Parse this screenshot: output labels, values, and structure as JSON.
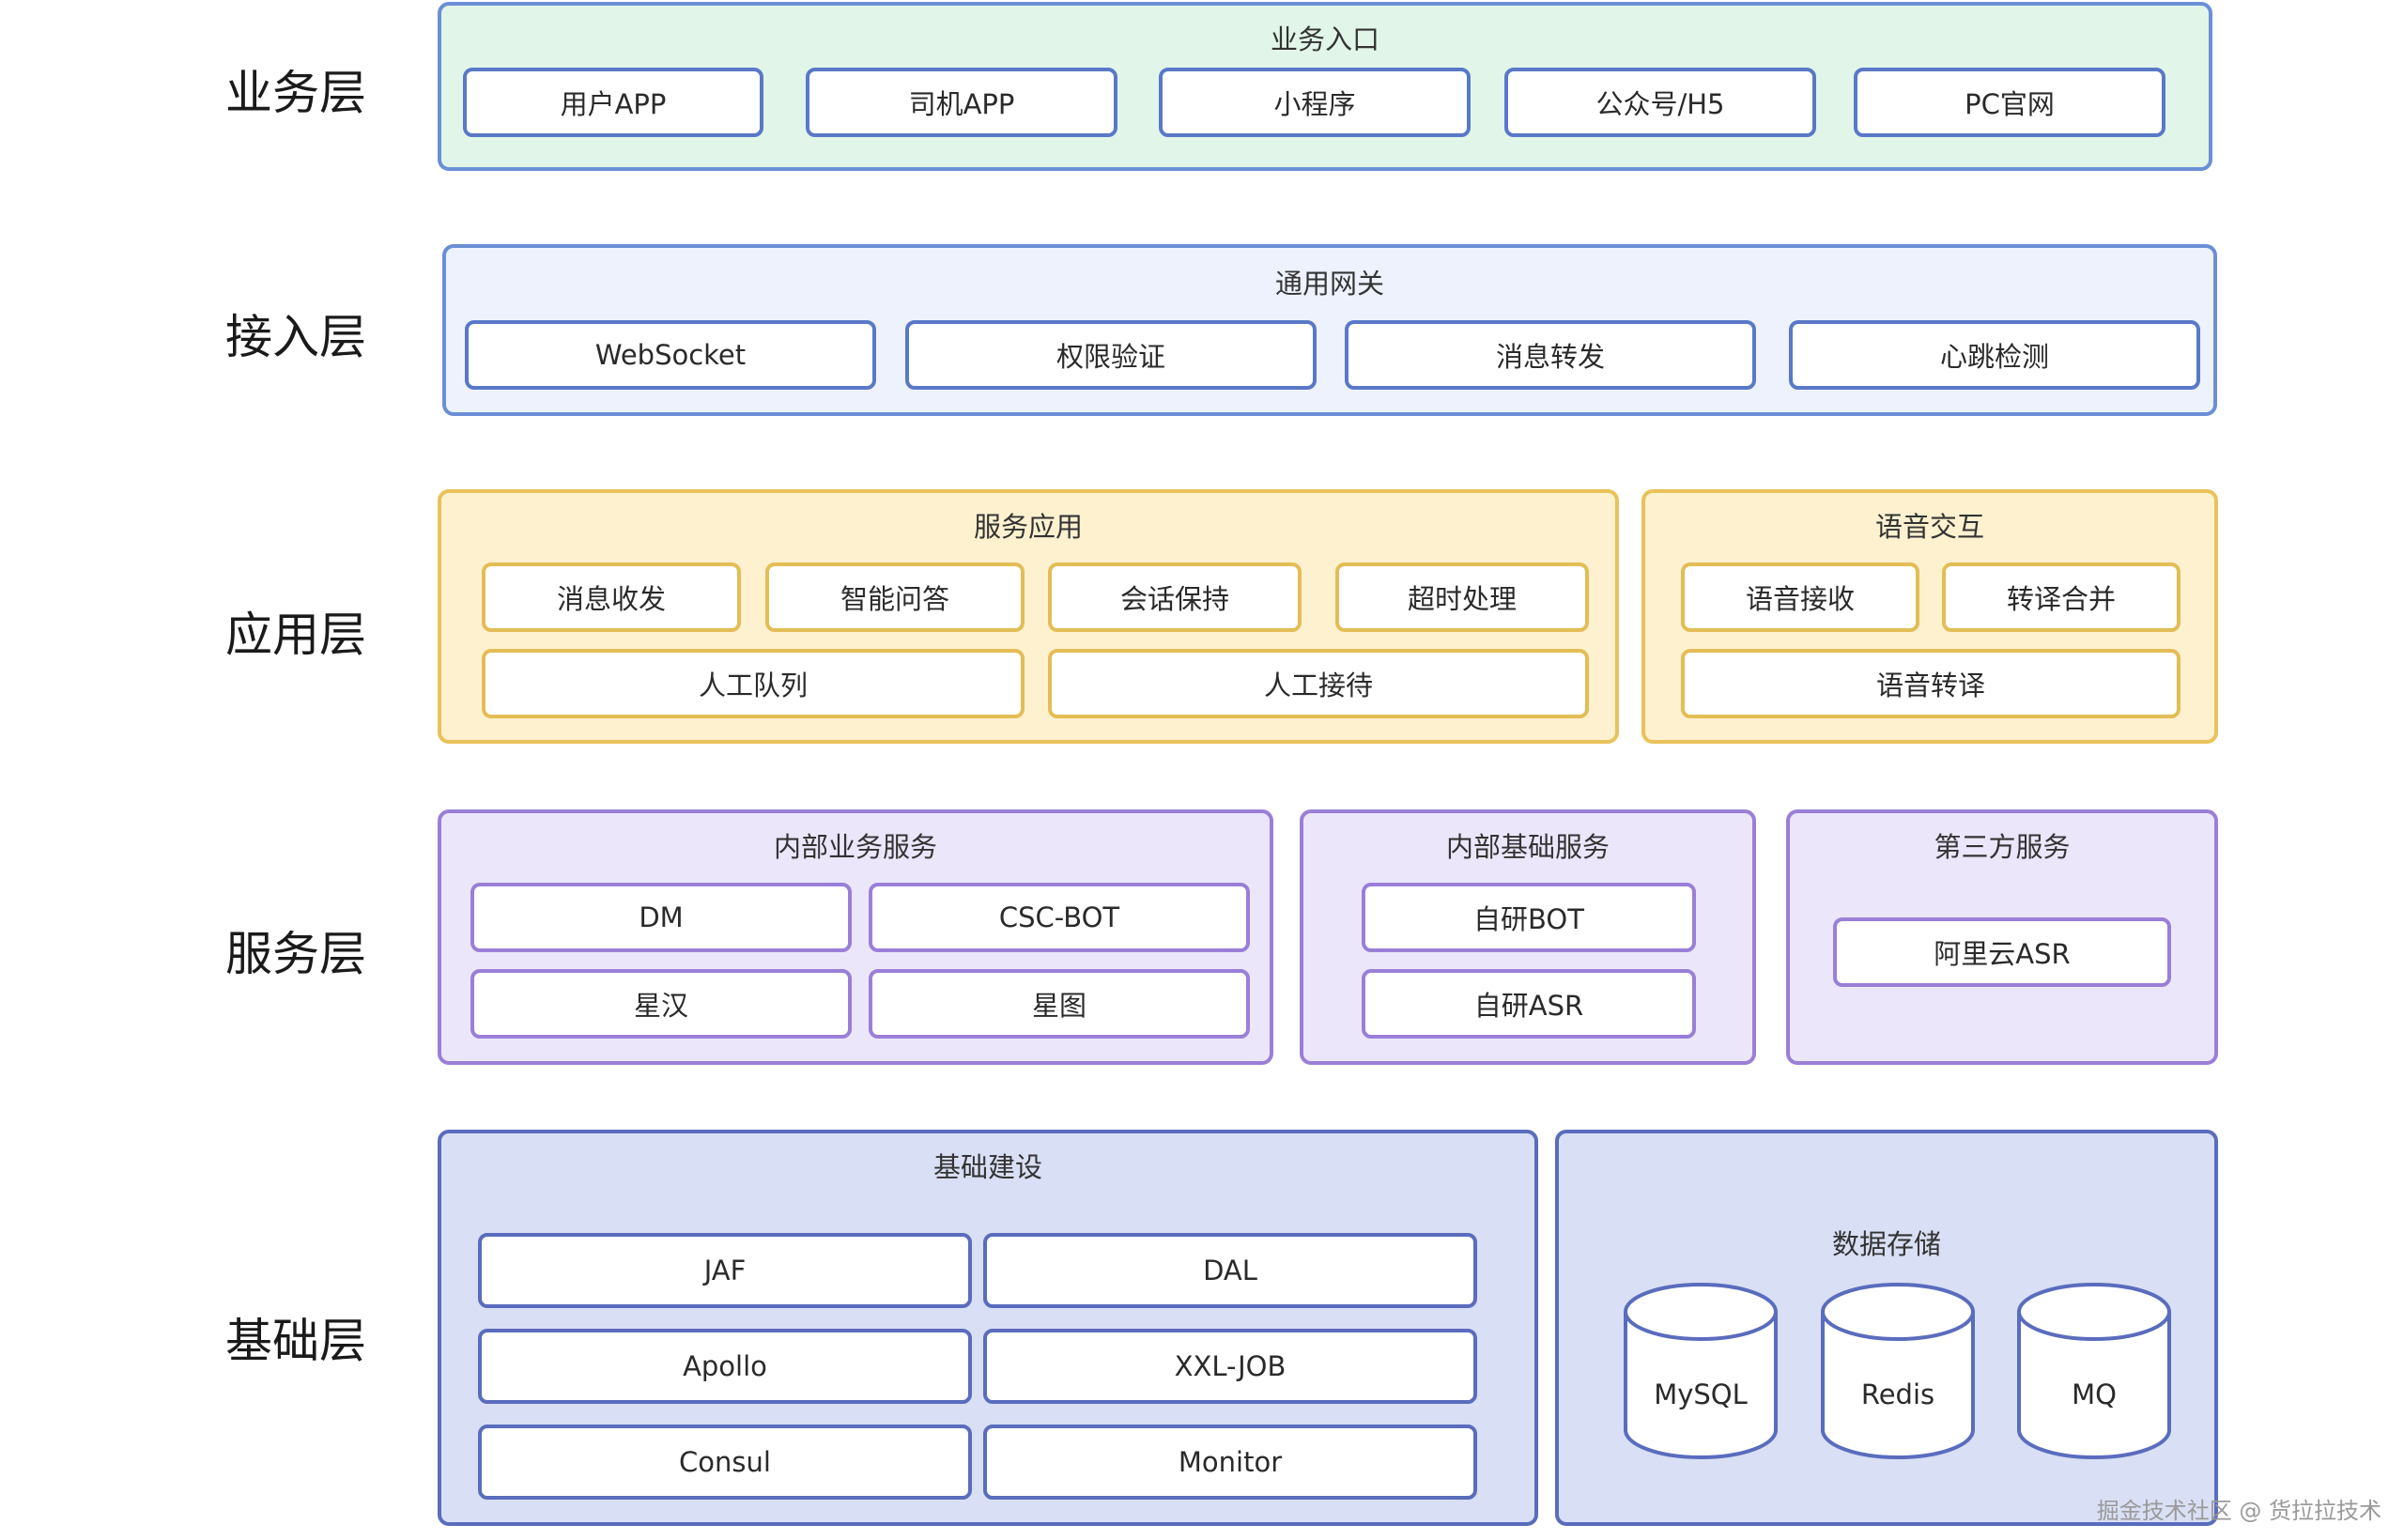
{
  "layers": {
    "business": "业务层",
    "access": "接入层",
    "application": "应用层",
    "service": "服务层",
    "foundation": "基础层"
  },
  "business_entry": {
    "title": "业务入口",
    "items": [
      "用户APP",
      "司机APP",
      "小程序",
      "公众号/H5",
      "PC官网"
    ]
  },
  "gateway": {
    "title": "通用网关",
    "items": [
      "WebSocket",
      "权限验证",
      "消息转发",
      "心跳检测"
    ]
  },
  "service_app": {
    "title": "服务应用",
    "items": [
      "消息收发",
      "智能问答",
      "会话保持",
      "超时处理",
      "人工队列",
      "人工接待"
    ]
  },
  "voice": {
    "title": "语音交互",
    "items": [
      "语音接收",
      "转译合并",
      "语音转译"
    ]
  },
  "internal_business": {
    "title": "内部业务服务",
    "items": [
      "DM",
      "CSC-BOT",
      "星汉",
      "星图"
    ]
  },
  "internal_base": {
    "title": "内部基础服务",
    "items": [
      "自研BOT",
      "自研ASR"
    ]
  },
  "third_party": {
    "title": "第三方服务",
    "items": [
      "阿里云ASR"
    ]
  },
  "infrastructure": {
    "title": "基础建设",
    "items": [
      "JAF",
      "DAL",
      "Apollo",
      "XXL-JOB",
      "Consul",
      "Monitor"
    ]
  },
  "storage": {
    "title": "数据存储",
    "items": [
      "MySQL",
      "Redis",
      "MQ"
    ]
  },
  "watermark": "掘金技术社区 @ 货拉拉技术",
  "colors": {
    "green_panel": "#e1f6e8",
    "blue_panel": "#eef2fd",
    "yellow_panel": "#fdf1d0",
    "purple_panel": "#ece6fb",
    "indigo_panel": "#d9dff4"
  }
}
